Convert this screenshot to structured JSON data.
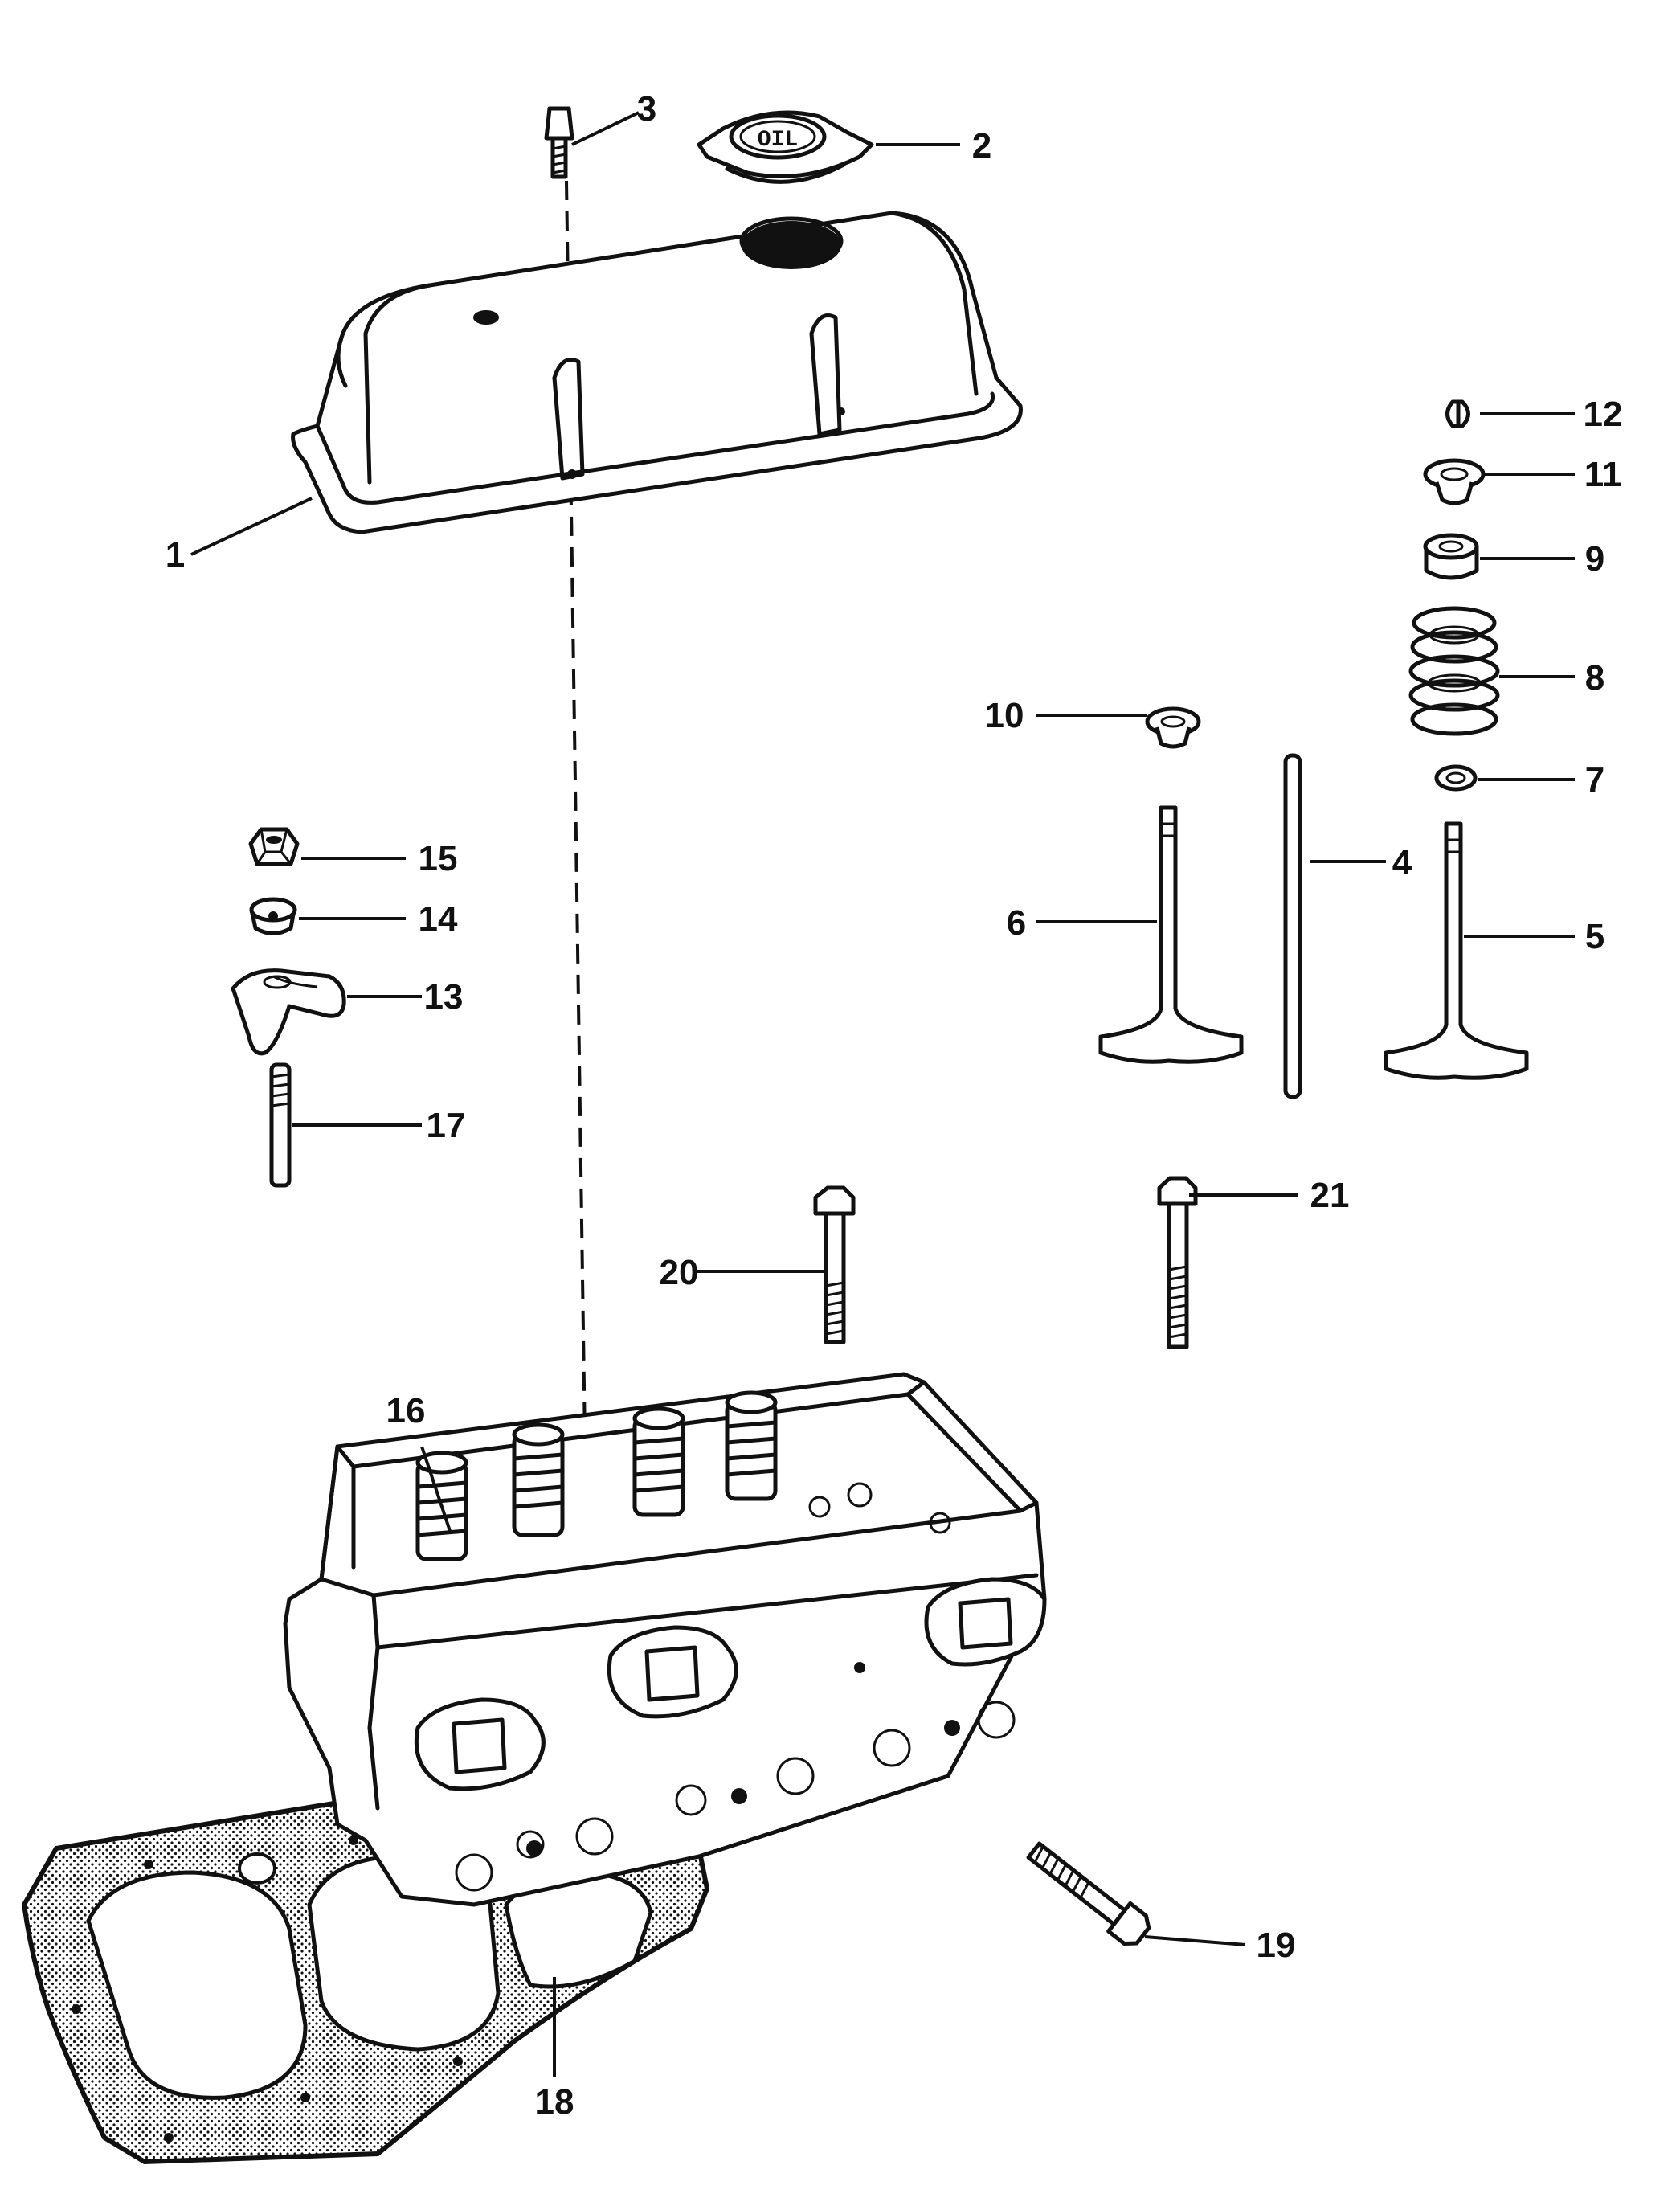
{
  "colors": {
    "ink": "#111111",
    "paper": "#ffffff"
  },
  "oil_cap_text": "OIL",
  "callouts": [
    {
      "id": "1",
      "label": "1"
    },
    {
      "id": "2",
      "label": "2"
    },
    {
      "id": "3",
      "label": "3"
    },
    {
      "id": "4",
      "label": "4"
    },
    {
      "id": "5",
      "label": "5"
    },
    {
      "id": "6",
      "label": "6"
    },
    {
      "id": "7",
      "label": "7"
    },
    {
      "id": "8",
      "label": "8"
    },
    {
      "id": "9",
      "label": "9"
    },
    {
      "id": "10",
      "label": "10"
    },
    {
      "id": "11",
      "label": "11"
    },
    {
      "id": "12",
      "label": "12"
    },
    {
      "id": "13",
      "label": "13"
    },
    {
      "id": "14",
      "label": "14"
    },
    {
      "id": "15",
      "label": "15"
    },
    {
      "id": "16",
      "label": "16"
    },
    {
      "id": "17",
      "label": "17"
    },
    {
      "id": "18",
      "label": "18"
    },
    {
      "id": "19",
      "label": "19"
    },
    {
      "id": "20",
      "label": "20"
    },
    {
      "id": "21",
      "label": "21"
    }
  ]
}
